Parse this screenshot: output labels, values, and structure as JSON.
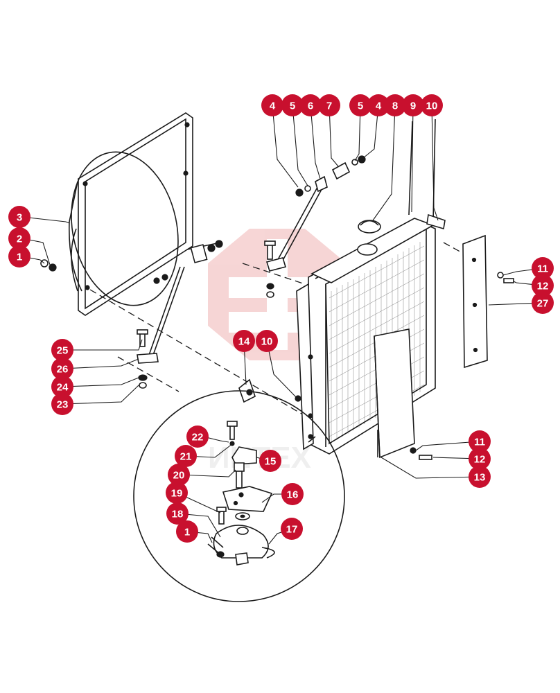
{
  "colors": {
    "badge": "#c8102e",
    "badge_text": "#ffffff",
    "line": "#1a1a1a",
    "watermark": "#e88a8a"
  },
  "watermark": {
    "text": "ИНТЕХ"
  },
  "callouts": [
    "1",
    "2",
    "3",
    "4",
    "5",
    "6",
    "7",
    "5",
    "4",
    "8",
    "9",
    "10",
    "11",
    "12",
    "27",
    "25",
    "26",
    "24",
    "23",
    "14",
    "10",
    "11",
    "12",
    "13",
    "22",
    "21",
    "15",
    "20",
    "16",
    "19",
    "18",
    "1",
    "17"
  ]
}
